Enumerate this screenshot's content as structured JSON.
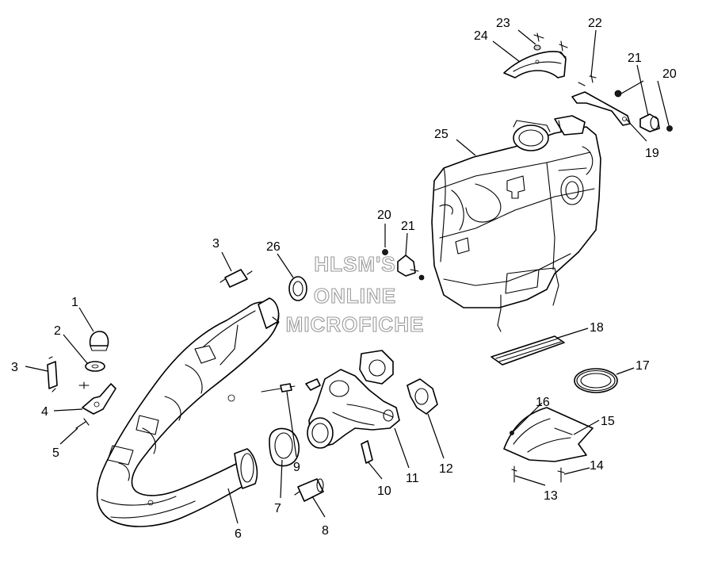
{
  "watermark": {
    "line1": "HLSM'S",
    "line2": "ONLINE",
    "line3": "MICROFICHE"
  },
  "callouts": {
    "c1": "1",
    "c2": "2",
    "c3a": "3",
    "c3b": "3",
    "c4": "4",
    "c5": "5",
    "c6": "6",
    "c7": "7",
    "c8": "8",
    "c9": "9",
    "c10": "10",
    "c11": "11",
    "c12": "12",
    "c13": "13",
    "c14": "14",
    "c15": "15",
    "c16": "16",
    "c17": "17",
    "c18": "18",
    "c19": "19",
    "c20a": "20",
    "c20b": "20",
    "c21a": "21",
    "c21b": "21",
    "c22": "22",
    "c23": "23",
    "c24": "24",
    "c25": "25",
    "c26": "26"
  }
}
